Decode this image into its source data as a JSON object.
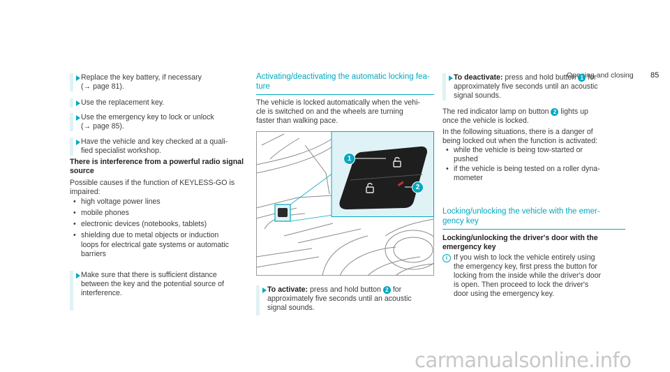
{
  "header": {
    "section": "Opening and closing",
    "page_number": "85"
  },
  "col1": {
    "step1_line1": "Replace the key battery, if necessary",
    "step1_line2": "(→ page 81).",
    "step2": "Use the replacement key.",
    "step3_line1": "Use the emergency key to lock or unlock",
    "step3_line2": "(→ page 85).",
    "step4_line1": "Have the vehicle and key checked at a quali-",
    "step4_line2": "fied specialist workshop.",
    "heading_line1": "There is interference from a powerful radio signal",
    "heading_line2": "source",
    "intro_line1": "Possible causes if the function of KEYLESS-GO is",
    "intro_line2": "impaired:",
    "bullets": [
      "high voltage power lines",
      "mobile phones",
      "electronic devices (notebooks, tablets)"
    ],
    "bullet4_line1": "shielding due to metal objects or induction",
    "bullet4_line2": "loops for electrical gate systems or automatic",
    "bullet4_line3": "barriers",
    "step5_line1": "Make sure that there is sufficient distance",
    "step5_line2": "between the key and the potential source of",
    "step5_line3": "interference."
  },
  "col2": {
    "heading_line1": "Activating/deactivating the automatic locking fea-",
    "heading_line2": "ture",
    "para_line1": "The vehicle is locked automatically when the vehi-",
    "para_line2": "cle is switched on and the wheels are turning",
    "para_line3": "faster than walking pace.",
    "callout1": "1",
    "callout2": "2",
    "activate_label": "To activate:",
    "activate_rest1": " press and hold button ",
    "activate_btn": "2",
    "activate_rest2": " for",
    "activate_line2": "approximately five seconds until an acoustic",
    "activate_line3": "signal sounds."
  },
  "col3": {
    "deactivate_label": "To deactivate:",
    "deactivate_rest1": " press and hold button ",
    "deactivate_btn": "1",
    "deactivate_rest2": " for",
    "deactivate_line2": "approximately five seconds until an acoustic",
    "deactivate_line3": "signal sounds.",
    "lamp_part1": "The red indicator lamp on button ",
    "lamp_btn": "2",
    "lamp_part2": " lights up",
    "lamp_line2": "once the vehicle is locked.",
    "danger_line1": "In the following situations, there is a danger of",
    "danger_line2": "being locked out when the function is activated:",
    "bullet1_line1": "while the vehicle is being tow-started or",
    "bullet1_line2": "pushed",
    "bullet2_line1": "if the vehicle is being tested on a roller dyna-",
    "bullet2_line2": "mometer",
    "heading_teal_line1": "Locking/unlocking the vehicle with the emer-",
    "heading_teal_line2": "gency key",
    "heading_bold_line1": "Locking/unlocking the driver's door with the",
    "heading_bold_line2": "emergency key",
    "info_line1": "If you wish to lock the vehicle entirely using",
    "info_line2": "the emergency key, first press the button for",
    "info_line3": "locking from the inside while the driver's door",
    "info_line4": "is open. Then proceed to lock the driver's",
    "info_line5": "door using the emergency key."
  },
  "footer": {
    "watermark": "carmanualsonline.info"
  }
}
